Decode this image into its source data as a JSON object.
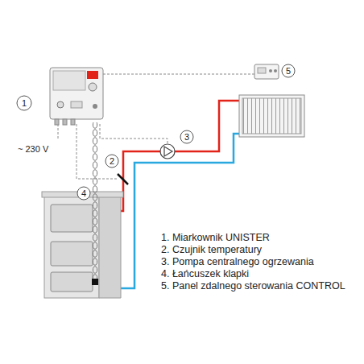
{
  "diagram": {
    "labels": [
      "1",
      "2",
      "3",
      "4",
      "5",
      "~ 230 V",
      "1. Miarkownik UNISTER",
      "2. Czujnik temperatury",
      "3. Pompa centralnego ogrzewania",
      "4. Łańcuszek klapki",
      "5. Panel zdalnego sterowania CONTROL"
    ]
  }
}
